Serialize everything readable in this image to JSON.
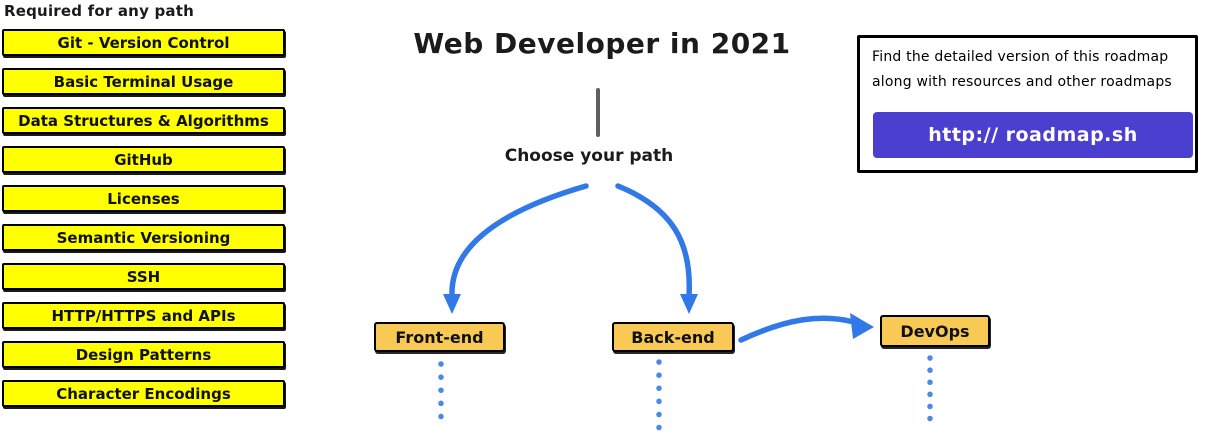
{
  "colors": {
    "white": "#ffffff",
    "yellow": "#ffff00",
    "orange": "#f8ca55",
    "black": "#000000",
    "gray_line": "#5f5f5f",
    "blue": "#3079e6",
    "blue_dots": "#4a8ae6",
    "purple": "#4b3fd0"
  },
  "sidebar": {
    "heading": "Required for any path",
    "items": [
      "Git - Version Control",
      "Basic Terminal Usage",
      "Data Structures & Algorithms",
      "GitHub",
      "Licenses",
      "Semantic Versioning",
      "SSH",
      "HTTP/HTTPS and APIs",
      "Design Patterns",
      "Character Encodings"
    ]
  },
  "main": {
    "title": "Web Developer in 2021",
    "choose_label": "Choose your path",
    "paths": [
      {
        "label": "Front-end"
      },
      {
        "label": "Back-end"
      },
      {
        "label": "DevOps"
      }
    ]
  },
  "info_box": {
    "line1": "Find the detailed version of this roadmap",
    "line2": "along with resources and other roadmaps",
    "button_label": "http:// roadmap.sh"
  }
}
